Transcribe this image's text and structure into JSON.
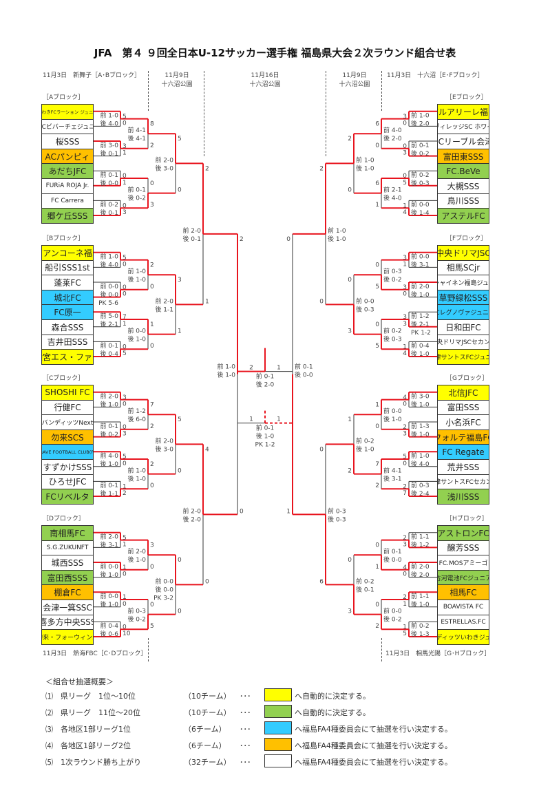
{
  "title": "JFA　第４ ９回全日本U-12サッカー選手権 福島県大会２次ラウンド組合せ表",
  "colors": {
    "yellow": "#ffff00",
    "green": "#92d050",
    "cyan": "#33ccff",
    "orange": "#ffc000",
    "white": "#ffffff",
    "win": "#e8141e"
  },
  "headers": {
    "left_venue": "11月3日　新舞子［A･Bブロック］",
    "left_r2_date": "11月9日",
    "left_r2_venue": "十六沼公園",
    "center_date": "11月16日",
    "center_venue": "十六沼公園",
    "right_r2_date": "11月9日",
    "right_r2_venue": "十六沼公園",
    "right_venue": "11月3日　十六沼［E･Fブロック］",
    "bottom_left": "11月3日　熱海FBC［C･Dブロック］",
    "bottom_right": "11月3日　相馬光陽［G･Hブロック］"
  },
  "blocks": [
    {
      "header": "［Aブロック］",
      "teams": [
        {
          "name": "いわきFCラーション ジュニア",
          "color": "yellow"
        },
        {
          "name": "NFCビバーチェジュニア",
          "color": "white"
        },
        {
          "name": "桜SSS",
          "color": "white"
        },
        {
          "name": "ACパンピィ",
          "color": "orange"
        },
        {
          "name": "あだちJFC",
          "color": "green"
        },
        {
          "name": "FURiA ROJA Jr.",
          "color": "white"
        },
        {
          "name": "FC Carrera",
          "color": "white"
        },
        {
          "name": "郷ケ丘SSS",
          "color": "green"
        }
      ],
      "r1": [
        {
          "scores": [
            "5",
            "0"
          ],
          "first": "前 1-0",
          "second": "後 4-0",
          "winner": 0
        },
        {
          "scores": [
            "3",
            "1"
          ],
          "first": "前 3-0",
          "second": "後 0-1",
          "winner": 0
        },
        {
          "scores": [
            "0",
            "1"
          ],
          "first": "前 0-1",
          "second": "後 0-0",
          "winner": 1
        },
        {
          "scores": [
            "0",
            "3"
          ],
          "first": "前 0-2",
          "second": "後 0-1",
          "winner": 1
        }
      ],
      "r2": [
        {
          "scores": [
            "8",
            "2"
          ],
          "first": "前 4-1",
          "second": "後 4-1",
          "winner": 0
        },
        {
          "scores": [
            "0",
            "3"
          ],
          "first": "前 0-1",
          "second": "後 0-2",
          "winner": 1
        }
      ],
      "r3": [
        {
          "scores": [
            "5",
            "0"
          ],
          "first": "前 2-0",
          "second": "後 3-0",
          "winner": 0
        }
      ]
    },
    {
      "header": "［Bブロック］",
      "teams": [
        {
          "name": "ビアンコーネ福島",
          "color": "yellow"
        },
        {
          "name": "船引SSS1st",
          "color": "white"
        },
        {
          "name": "蓬莱FC",
          "color": "white"
        },
        {
          "name": "城北FC",
          "color": "cyan"
        },
        {
          "name": "FC原一",
          "color": "cyan"
        },
        {
          "name": "森合SSS",
          "color": "white"
        },
        {
          "name": "吉井田SSS",
          "color": "white"
        },
        {
          "name": "柴宮エス・ファウ",
          "color": "yellow"
        }
      ],
      "r1": [
        {
          "scores": [
            "5",
            "0"
          ],
          "first": "前 1-0",
          "second": "後 4-0",
          "winner": 0
        },
        {
          "scores": [
            "0",
            "0"
          ],
          "first": "前 0-0",
          "second": "後 0-0",
          "pk": "PK 5-6",
          "winner": 1
        },
        {
          "scores": [
            "7",
            "1"
          ],
          "first": "前 5-0",
          "second": "後 2-1",
          "winner": 0
        },
        {
          "scores": [
            "0",
            "5"
          ],
          "first": "前 0-1",
          "second": "後 0-4",
          "winner": 1
        }
      ],
      "r2": [
        {
          "scores": [
            "2",
            "0"
          ],
          "first": "前 1-0",
          "second": "後 1-0",
          "winner": 0
        },
        {
          "scores": [
            "1",
            "0"
          ],
          "first": "前 0-0",
          "second": "後 1-0",
          "winner": 0
        }
      ],
      "r3": [
        {
          "scores": [
            "3",
            "1"
          ],
          "first": "前 2-0",
          "second": "後 1-1",
          "winner": 0
        }
      ]
    },
    {
      "header": "［Cブロック］",
      "teams": [
        {
          "name": "SHOSHI FC",
          "color": "yellow"
        },
        {
          "name": "行健FC",
          "color": "white"
        },
        {
          "name": "バンディッツNext",
          "color": "white"
        },
        {
          "name": "勿来SCS",
          "color": "orange"
        },
        {
          "name": "BRAVE FOOTBALL CLUB(FK)",
          "color": "cyan"
        },
        {
          "name": "すずかけSSS",
          "color": "white"
        },
        {
          "name": "ひろせJFC",
          "color": "white"
        },
        {
          "name": "FCリベルタ",
          "color": "green"
        }
      ],
      "r1": [
        {
          "scores": [
            "3",
            "0"
          ],
          "first": "前 2-0",
          "second": "後 1-0",
          "winner": 0
        },
        {
          "scores": [
            "0",
            "3"
          ],
          "first": "前 0-1",
          "second": "後 0-2",
          "winner": 1
        },
        {
          "scores": [
            "5",
            "0"
          ],
          "first": "前 4-0",
          "second": "後 1-0",
          "winner": 0
        },
        {
          "scores": [
            "1",
            "2"
          ],
          "first": "前 0-1",
          "second": "後 1-1",
          "winner": 1
        }
      ],
      "r2": [
        {
          "scores": [
            "7",
            "2"
          ],
          "first": "前 1-2",
          "second": "後 6-0",
          "winner": 0
        },
        {
          "scores": [
            "2",
            "0"
          ],
          "first": "前 1-0",
          "second": "後 1-0",
          "winner": 0
        }
      ],
      "r3": [
        {
          "scores": [
            "5",
            "0"
          ],
          "first": "前 2-0",
          "second": "後 3-0",
          "winner": 0
        }
      ]
    },
    {
      "header": "［Dブロック］",
      "teams": [
        {
          "name": "南相馬FC",
          "color": "green"
        },
        {
          "name": "S.G.ZUKUNFT",
          "color": "white"
        },
        {
          "name": "城西SSS",
          "color": "white"
        },
        {
          "name": "富田西SSS",
          "color": "green"
        },
        {
          "name": "棚倉FC",
          "color": "orange"
        },
        {
          "name": "会津一箕SSC",
          "color": "white"
        },
        {
          "name": "喜多方中央SSS",
          "color": "white"
        },
        {
          "name": "勿来・フォーウィンズ",
          "color": "yellow"
        }
      ],
      "r1": [
        {
          "scores": [
            "5",
            "1"
          ],
          "first": "前 2-0",
          "second": "後 3-1",
          "winner": 0
        },
        {
          "scores": [
            "1",
            "0"
          ],
          "first": "前 0-0",
          "second": "後 1-0",
          "winner": 0
        },
        {
          "scores": [
            "1",
            "0"
          ],
          "first": "前 0-0",
          "second": "後 1-0",
          "winner": 0
        },
        {
          "scores": [
            "0",
            "10"
          ],
          "first": "前 0-4",
          "second": "後 0-6",
          "winner": 1
        }
      ],
      "r2": [
        {
          "scores": [
            "3",
            "0"
          ],
          "first": "前 2-0",
          "second": "後 1-0",
          "winner": 0
        },
        {
          "scores": [
            "0",
            "5"
          ],
          "first": "前 0-3",
          "second": "後 0-2",
          "winner": 1
        }
      ],
      "r3": [
        {
          "scores": [
            "0",
            "0"
          ],
          "first": "前 0-0",
          "second": "後 0-0",
          "pk": "PK 3-2",
          "winner": 0
        }
      ]
    },
    {
      "header": "［Eブロック］",
      "teams": [
        {
          "name": "バルアリーレ福島",
          "color": "yellow"
        },
        {
          "name": "アヴィレッジSC ホワイト",
          "color": "white"
        },
        {
          "name": "FCリーブル会津",
          "color": "white"
        },
        {
          "name": "富田東SSS",
          "color": "orange"
        },
        {
          "name": "FC.BeVe",
          "color": "green"
        },
        {
          "name": "大槻SSS",
          "color": "white"
        },
        {
          "name": "鳥川SSS",
          "color": "white"
        },
        {
          "name": "アステルFC",
          "color": "green"
        }
      ],
      "r1": [
        {
          "scores": [
            "3",
            "0"
          ],
          "first": "前 1-0",
          "second": "後 2-0",
          "winner": 0
        },
        {
          "scores": [
            "0",
            "3"
          ],
          "first": "前 0-1",
          "second": "後 0-2",
          "winner": 1
        },
        {
          "scores": [
            "0",
            "5"
          ],
          "first": "前 0-2",
          "second": "後 0-3",
          "winner": 1
        },
        {
          "scores": [
            "1",
            "4"
          ],
          "first": "前 0-0",
          "second": "後 1-4",
          "winner": 1
        }
      ],
      "r2": [
        {
          "scores": [
            "6",
            "0"
          ],
          "first": "前 4-0",
          "second": "後 2-0",
          "winner": 0
        },
        {
          "scores": [
            "6",
            "1"
          ],
          "first": "前 2-1",
          "second": "後 4-0",
          "winner": 0
        }
      ],
      "r3": [
        {
          "scores": [
            "2",
            "0"
          ],
          "first": "前 1-0",
          "second": "後 1-0",
          "winner": 0
        }
      ]
    },
    {
      "header": "［Fブロック］",
      "teams": [
        {
          "name": "中央ドリマJSC",
          "color": "yellow"
        },
        {
          "name": "相馬SCjr",
          "color": "white"
        },
        {
          "name": "FCシャイネン福島ジュニア",
          "color": "white"
        },
        {
          "name": "草野緑松SSS",
          "color": "cyan"
        },
        {
          "name": "FCレグノヴァジュニア",
          "color": "cyan"
        },
        {
          "name": "日和田FC",
          "color": "white"
        },
        {
          "name": "中央ドリマJSCセカンド",
          "color": "white"
        },
        {
          "name": "会津サントスFCジュニア",
          "color": "yellow"
        }
      ],
      "r1": [
        {
          "scores": [
            "3",
            "1"
          ],
          "first": "前 0-0",
          "second": "後 3-1",
          "winner": 0
        },
        {
          "scores": [
            "3",
            "0"
          ],
          "first": "前 2-0",
          "second": "後 1-0",
          "winner": 0
        },
        {
          "scores": [
            "3",
            "3"
          ],
          "first": "前 1-2",
          "second": "後 2-1",
          "pk": "PK 1-2",
          "winner": 1
        },
        {
          "scores": [
            "1",
            "4"
          ],
          "first": "前 0-4",
          "second": "後 1-0",
          "winner": 1
        }
      ],
      "r2": [
        {
          "scores": [
            "0",
            "5"
          ],
          "first": "前 0-3",
          "second": "後 0-2",
          "winner": 1
        },
        {
          "scores": [
            "0",
            "5"
          ],
          "first": "前 0-2",
          "second": "後 0-3",
          "winner": 1
        }
      ],
      "r3": [
        {
          "scores": [
            "0",
            "3"
          ],
          "first": "前 0-0",
          "second": "後 0-3",
          "winner": 1
        }
      ]
    },
    {
      "header": "［Gブロック］",
      "teams": [
        {
          "name": "北信JFC",
          "color": "yellow"
        },
        {
          "name": "富田SSS",
          "color": "white"
        },
        {
          "name": "小名浜FC",
          "color": "white"
        },
        {
          "name": "フォルテ福島FC",
          "color": "orange"
        },
        {
          "name": "FC Regate",
          "color": "cyan"
        },
        {
          "name": "荒井SSS",
          "color": "white"
        },
        {
          "name": "会津サントスFCセカンド",
          "color": "white"
        },
        {
          "name": "浅川SSS",
          "color": "green"
        }
      ],
      "r1": [
        {
          "scores": [
            "4",
            "0"
          ],
          "first": "前 3-0",
          "second": "後 1-0",
          "winner": 0
        },
        {
          "scores": [
            "2",
            "3"
          ],
          "first": "前 1-3",
          "second": "後 1-0",
          "winner": 1
        },
        {
          "scores": [
            "5",
            "0"
          ],
          "first": "前 1-0",
          "second": "後 4-0",
          "winner": 0
        },
        {
          "scores": [
            "2",
            "7"
          ],
          "first": "前 0-3",
          "second": "後 2-4",
          "winner": 1
        }
      ],
      "r2": [
        {
          "scores": [
            "1",
            "0"
          ],
          "first": "前 0-0",
          "second": "後 1-0",
          "winner": 0
        },
        {
          "scores": [
            "7",
            "2"
          ],
          "first": "前 4-1",
          "second": "後 3-1",
          "winner": 0
        }
      ],
      "r3": [
        {
          "scores": [
            "1",
            "2"
          ],
          "first": "前 0-2",
          "second": "後 1-0",
          "winner": 1
        }
      ]
    },
    {
      "header": "［Hブロック］",
      "teams": [
        {
          "name": "アストロンFC",
          "color": "green"
        },
        {
          "name": "醸芳SSS",
          "color": "white"
        },
        {
          "name": "FC.MOSアミーゴ",
          "color": "white"
        },
        {
          "name": "古河電池FCジュニア",
          "color": "green"
        },
        {
          "name": "相馬FC",
          "color": "orange"
        },
        {
          "name": "BOAVISTA FC",
          "color": "white"
        },
        {
          "name": "ESTRELLAS.FC",
          "color": "white"
        },
        {
          "name": "バンディッツいわきジュニア",
          "color": "yellow"
        }
      ],
      "r1": [
        {
          "scores": [
            "2",
            "3"
          ],
          "first": "前 1-1",
          "second": "後 1-2",
          "winner": 1
        },
        {
          "scores": [
            "4",
            "0"
          ],
          "first": "前 2-0",
          "second": "後 2-0",
          "winner": 0
        },
        {
          "scores": [
            "2",
            "1"
          ],
          "first": "前 1-1",
          "second": "後 1-0",
          "winner": 0
        },
        {
          "scores": [
            "1",
            "5"
          ],
          "first": "前 0-2",
          "second": "後 1-3",
          "winner": 1
        }
      ],
      "r2": [
        {
          "scores": [
            "0",
            "1"
          ],
          "first": "前 0-1",
          "second": "後 0-0",
          "winner": 1
        },
        {
          "scores": [
            "0",
            "2"
          ],
          "first": "前 0-0",
          "second": "後 0-2",
          "winner": 1
        }
      ],
      "r3": [
        {
          "scores": [
            "0",
            "3"
          ],
          "first": "前 0-2",
          "second": "後 0-1",
          "winner": 1
        }
      ]
    }
  ],
  "pair_finals": [
    {
      "scores": [
        "2",
        "1"
      ],
      "first": "前 2-0",
      "second": "後 0-1",
      "winner": 0
    },
    {
      "scores": [
        "4",
        "0"
      ],
      "first": "前 2-0",
      "second": "後 2-0",
      "winner": 0
    },
    {
      "scores": [
        "2",
        "0"
      ],
      "first": "前 1-0",
      "second": "後 1-0",
      "winner": 0
    },
    {
      "scores": [
        "0",
        "6"
      ],
      "first": "前 0-3",
      "second": "後 0-3",
      "winner": 1
    }
  ],
  "semis": [
    {
      "scores": [
        "2",
        "0"
      ],
      "first": "前 1-0",
      "second": "後 1-0",
      "winner": 0
    },
    {
      "scores": [
        "0",
        "1"
      ],
      "first": "前 0-1",
      "second": "後 0-0",
      "winner": 1
    }
  ],
  "final": {
    "scores": [
      "2",
      "1"
    ],
    "first": "前 0-1",
    "second": "後 2-0",
    "winner": 0
  },
  "third_place": {
    "scores": [
      "1",
      "1"
    ],
    "first": "前 0-1",
    "second": "後 1-0",
    "pk": "PK 1-2",
    "winner": 1
  },
  "legend": {
    "title": "＜組合せ抽選概要＞",
    "items": [
      {
        "num": "⑴",
        "label": "県リーグ　1位～10位",
        "count": "（10チーム）",
        "dots": "･･･",
        "color": "yellow",
        "text": "へ自動的に決定する。"
      },
      {
        "num": "⑵",
        "label": "県リーグ　11位～20位",
        "count": "（10チーム）",
        "dots": "･･･",
        "color": "green",
        "text": "へ自動的に決定する。"
      },
      {
        "num": "⑶",
        "label": "各地区1部リーグ1位",
        "count": "（6チーム）",
        "dots": "･･･",
        "color": "cyan",
        "text": "へ福島FA4種委員会にて抽選を行い決定する。"
      },
      {
        "num": "⑷",
        "label": "各地区1部リーグ2位",
        "count": "（6チーム）",
        "dots": "･･･",
        "color": "orange",
        "text": "へ福島FA4種委員会にて抽選を行い決定する。"
      },
      {
        "num": "⑸",
        "label": "1次ラウンド勝ち上がり",
        "count": "（32チーム）",
        "dots": "･･･",
        "color": "white",
        "text": "へ福島FA4種委員会にて抽選を行い決定する。"
      }
    ]
  }
}
